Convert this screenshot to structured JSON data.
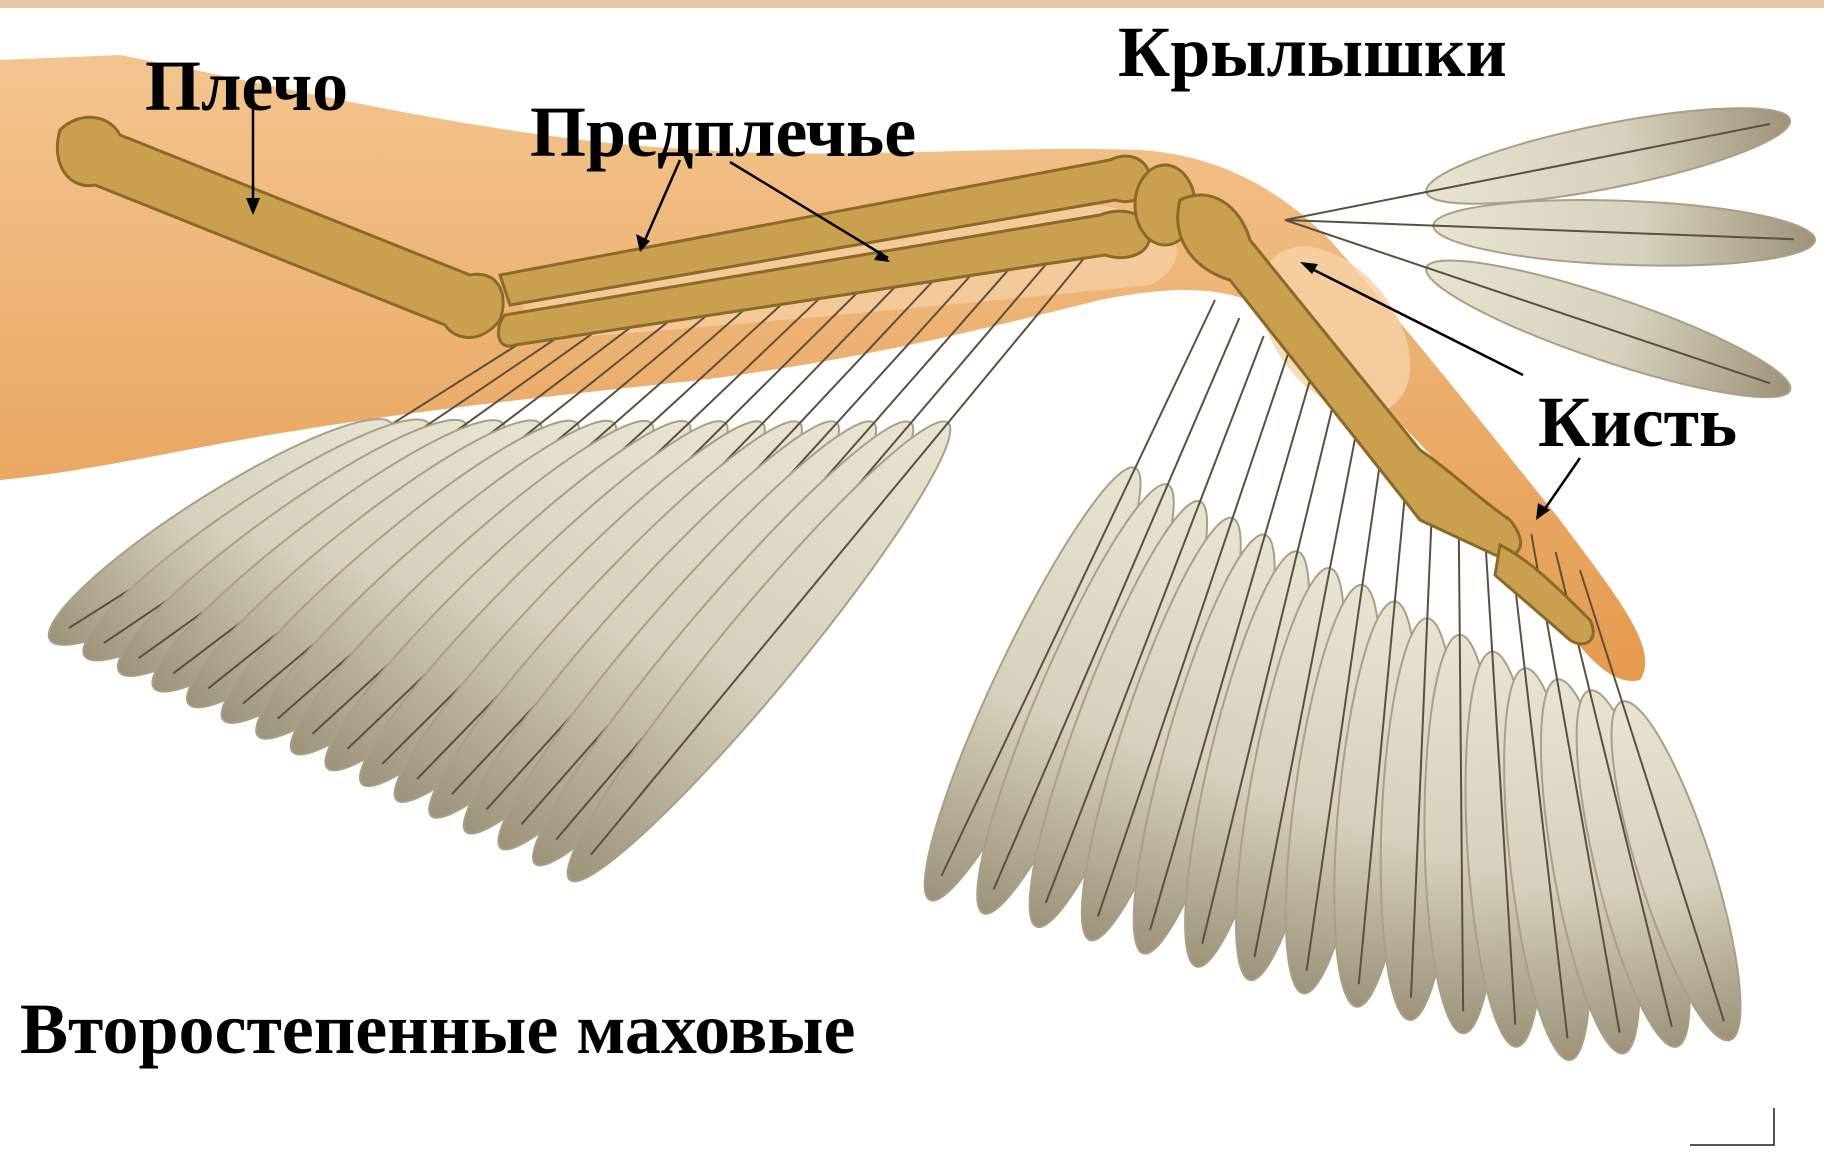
{
  "labels": {
    "shoulder": "Плечо",
    "forearm": "Предплечье",
    "alula": "Крылышки",
    "hand": "Кисть",
    "secondaries": "Второстепенные маховые"
  },
  "colors": {
    "top_band": "#e7c6a8",
    "skin": "#eba760",
    "skin_light": "#f2c79a",
    "bone": "#c8a04e",
    "bone_dark": "#8a6a28",
    "feather": "#dcd7c5",
    "feather_shade": "#a89f86",
    "quill": "#5a5040",
    "text": "#000000"
  },
  "parts": {
    "secondary_feathers": 16,
    "primary_feathers": 16,
    "alula_feathers": 3
  }
}
